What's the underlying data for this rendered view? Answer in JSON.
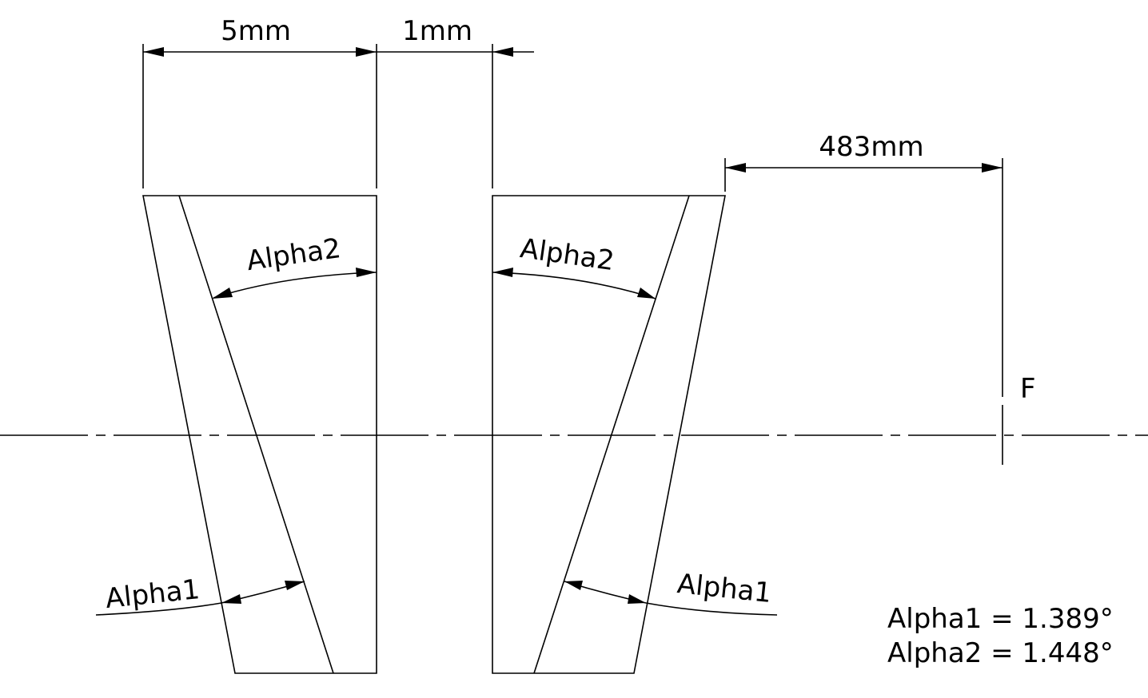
{
  "dimensions": {
    "prism_width": "5mm",
    "gap": "1mm",
    "focal_distance": "483mm"
  },
  "focus_label": "F",
  "angle_labels": {
    "alpha1": "Alpha1",
    "alpha2": "Alpha2"
  },
  "results": {
    "alpha1": "Alpha1 = 1.389°",
    "alpha2": "Alpha2 = 1.448°"
  },
  "colors": {
    "line": "#000000",
    "background": "#ffffff"
  }
}
